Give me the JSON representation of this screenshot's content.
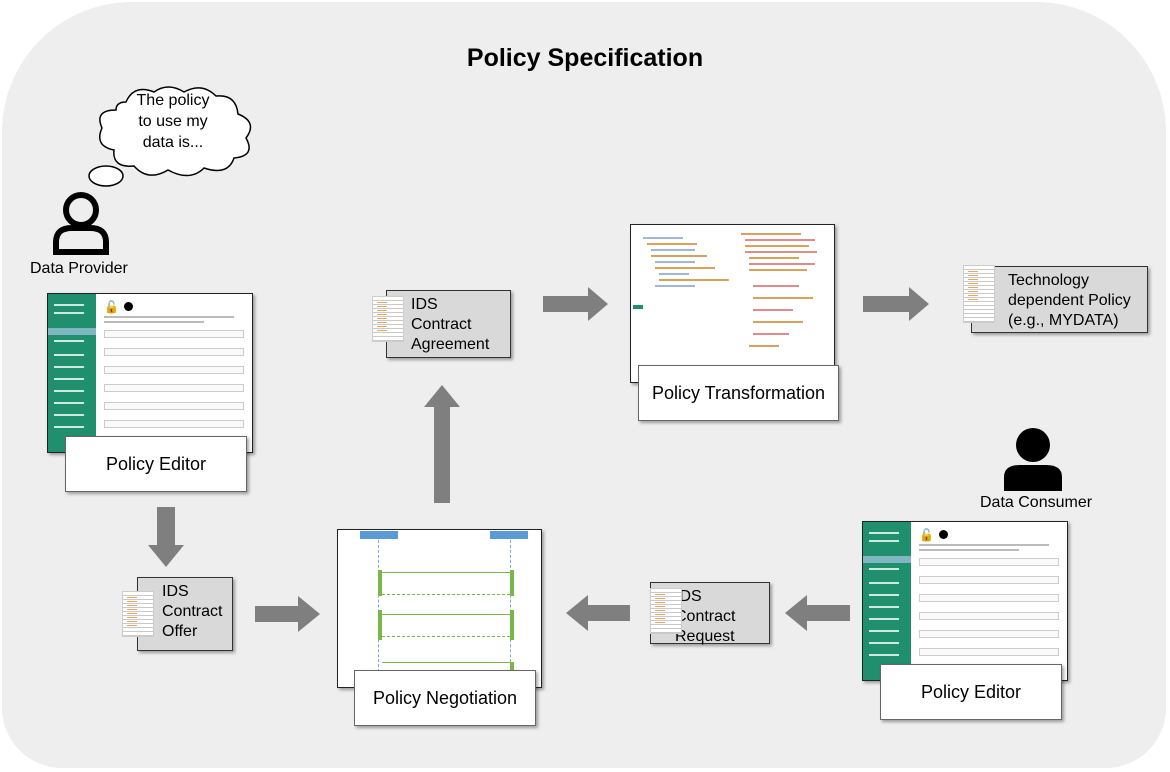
{
  "title": "Policy Specification",
  "thought_bubble": "The policy\nto use my\ndata is...",
  "actors": {
    "provider": "Data Provider",
    "consumer": "Data Consumer"
  },
  "components": {
    "editor_top": "Policy Editor",
    "editor_bottom": "Policy Editor",
    "negotiation": "Policy Negotiation",
    "transformation": "Policy Transformation"
  },
  "documents": {
    "offer": "IDS\nContract\nOffer",
    "agreement": "IDS\nContract\nAgreement",
    "request": "IDS\nContract\nRequest",
    "tech_policy": "Technology\ndependent Policy\n(e.g., MYDATA)"
  },
  "colors": {
    "background": "#eeeeee",
    "arrow": "#7f7f7f",
    "doc_box": "#d9d9d9",
    "editor_sidebar": "#1f8f6e",
    "negotiation_message": "#7ab648",
    "negotiation_header": "#5b9bd5"
  },
  "icons": [
    "person-icon",
    "thought-bubble-icon",
    "document-icon",
    "arrow-icon",
    "lock-icon",
    "clock-icon"
  ]
}
